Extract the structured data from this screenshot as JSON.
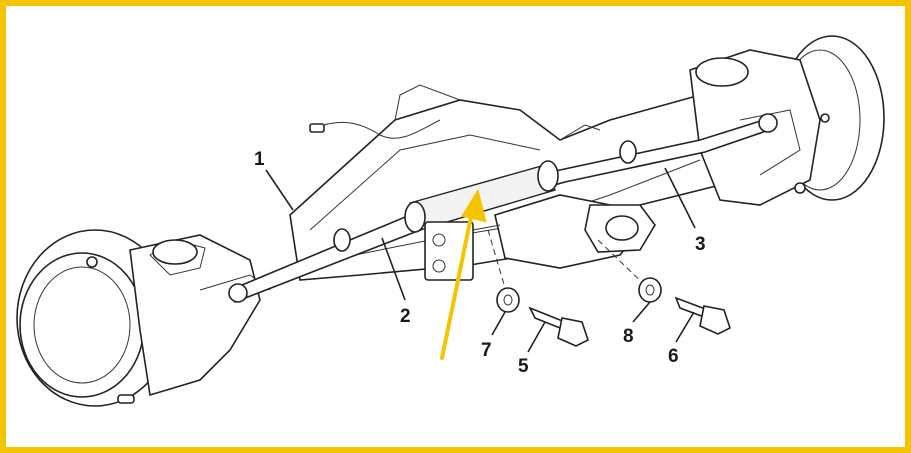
{
  "callouts": [
    {
      "id": "1",
      "label": "1"
    },
    {
      "id": "2",
      "label": "2"
    },
    {
      "id": "3",
      "label": "3"
    },
    {
      "id": "5",
      "label": "5"
    },
    {
      "id": "6",
      "label": "6"
    },
    {
      "id": "7",
      "label": "7"
    },
    {
      "id": "8",
      "label": "8"
    }
  ],
  "colors": {
    "frame": "#f5c400",
    "arrow": "#f5c400",
    "line_art": "#222222"
  }
}
